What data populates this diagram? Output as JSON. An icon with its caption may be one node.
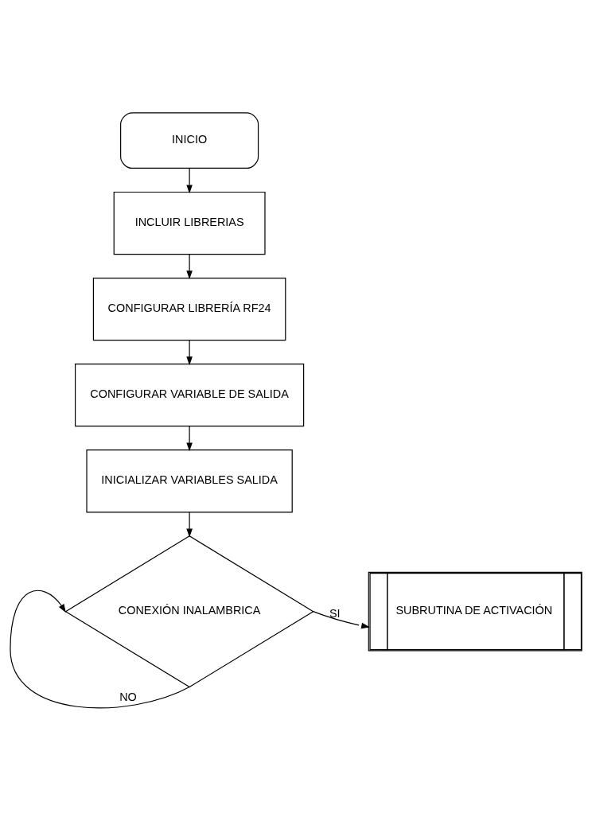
{
  "diagram": {
    "nodes": [
      {
        "text": [
          "INICIO"
        ]
      },
      {
        "text": [
          "INCLUIR LIBRERIAS"
        ]
      },
      {
        "text": [
          "CONFIGURAR LIBRERÍA RF24"
        ]
      },
      {
        "text": [
          "CONFIGURAR VARIABLE DE SALIDA"
        ]
      },
      {
        "text": [
          "INICIALIZAR VARIABLES SALIDA"
        ]
      },
      {
        "text": [
          "CONEXIÓN INALAMBRICA"
        ]
      },
      {
        "text": [
          "SUBRUTINA DE ACTIVACIÓN"
        ]
      }
    ],
    "edges": [
      {
        "from": 0,
        "to": 1,
        "arrow": "to"
      },
      {
        "from": 1,
        "to": 2,
        "arrow": "to"
      },
      {
        "from": 2,
        "to": 3,
        "arrow": "to"
      },
      {
        "from": 3,
        "to": 4,
        "arrow": "to"
      },
      {
        "from": 4,
        "to": 5,
        "arrow": "to"
      },
      {
        "from": 5,
        "to": 6,
        "arrow": "to",
        "label": "SI"
      },
      {
        "from": 5,
        "to": 5,
        "arrow": "to",
        "label": "NO"
      }
    ]
  }
}
